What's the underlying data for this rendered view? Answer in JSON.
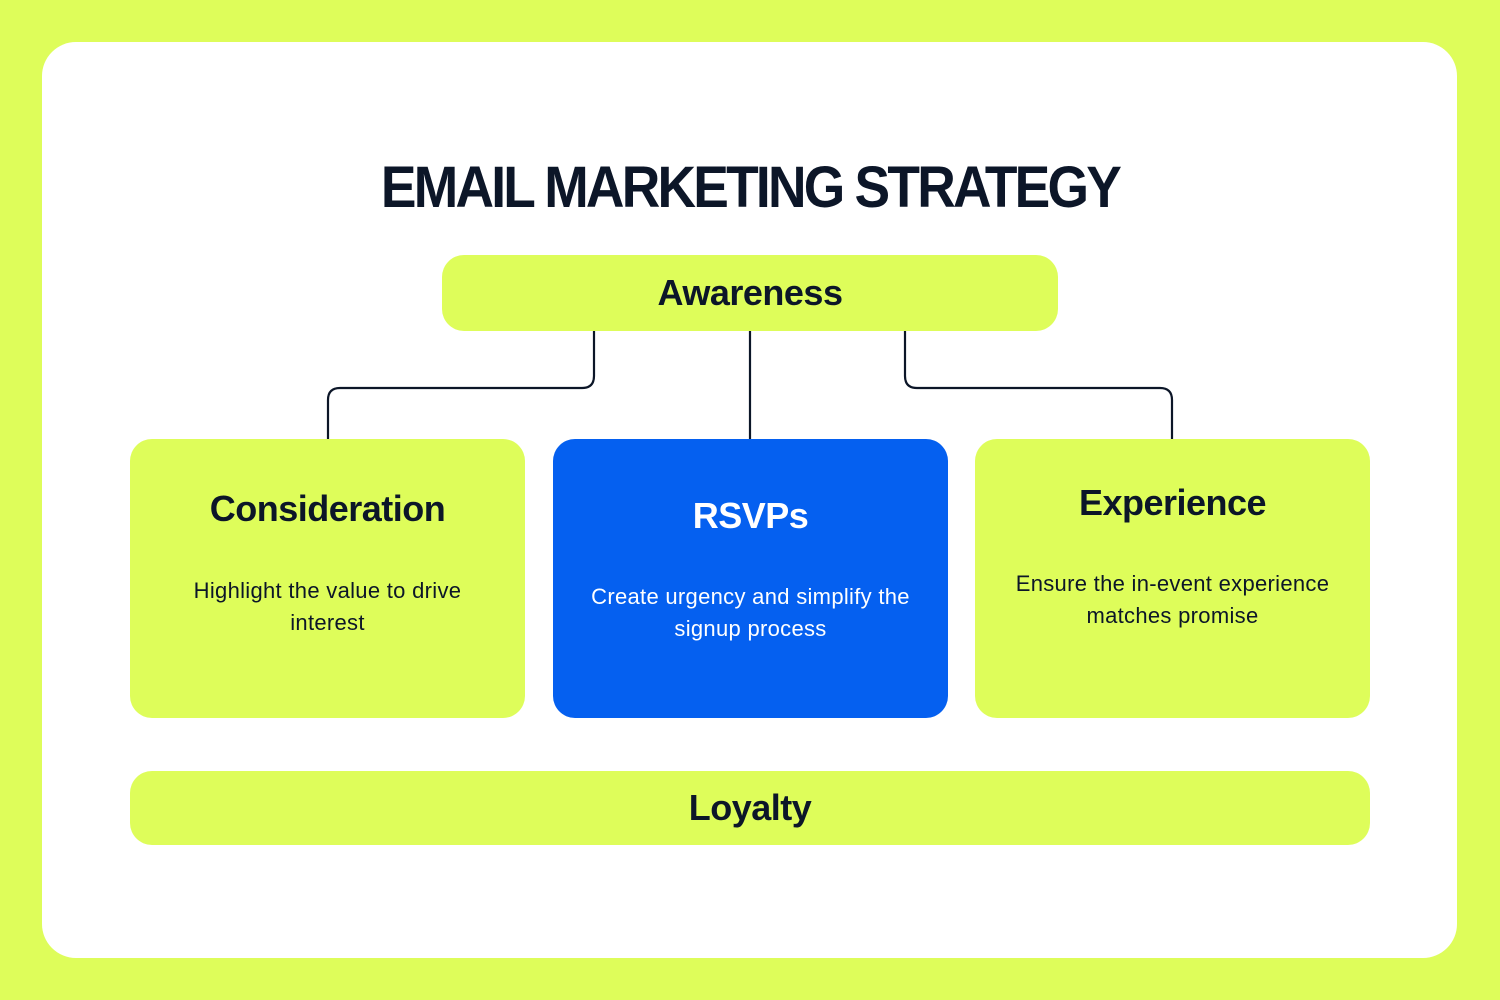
{
  "title": "EMAIL MARKETING STRATEGY",
  "colors": {
    "background": "#DEFD5A",
    "panel": "#FFFFFF",
    "lime": "#DEFD5A",
    "blue": "#0560F0",
    "text_dark": "#0C1628",
    "connector": "#0C1628"
  },
  "top_node": {
    "label": "Awareness"
  },
  "cards": [
    {
      "title": "Consideration",
      "description": "Highlight the value to drive interest",
      "highlighted": false
    },
    {
      "title": "RSVPs",
      "description": "Create urgency and simplify the signup process",
      "highlighted": true
    },
    {
      "title": "Experience",
      "description": "Ensure the in-event experience matches promise",
      "highlighted": false
    }
  ],
  "bottom_node": {
    "label": "Loyalty"
  },
  "connections": [
    {
      "from": "Awareness",
      "to": "Consideration"
    },
    {
      "from": "Awareness",
      "to": "RSVPs"
    },
    {
      "from": "Awareness",
      "to": "Experience"
    }
  ]
}
